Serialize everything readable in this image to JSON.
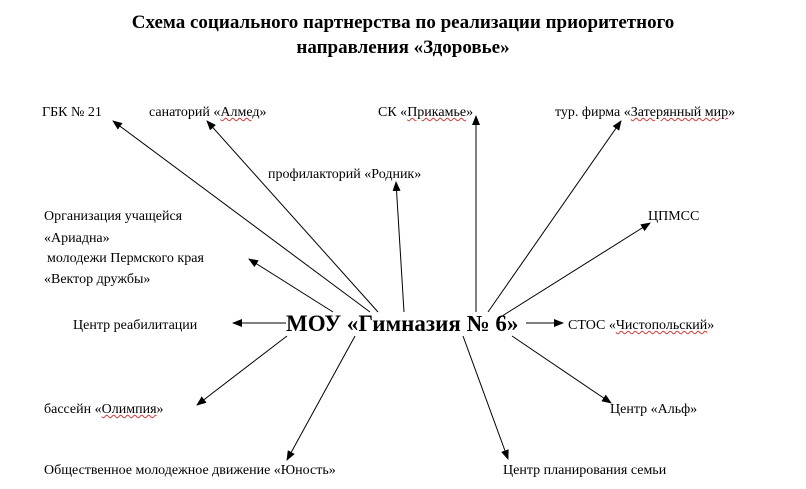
{
  "title": {
    "line1": "Схема социального партнерства по реализации приоритетного",
    "line2": "направления «Здоровье»"
  },
  "center": "МОУ «Гимназия № 6»",
  "partners": {
    "gbk": "ГБК № 21",
    "sanatorium_prefix": "санаторий «",
    "sanatorium_name": "Алмед",
    "sanatorium_suffix": "»",
    "sk_prefix": "СК «",
    "sk_name": "Прикамье",
    "sk_suffix": "»",
    "tour_prefix": "тур. фирма «",
    "tour_name": "Затерянный мир",
    "tour_suffix": "»",
    "profilactory": "профилакторий «Родник»",
    "ariadna_line1": "Организация учащейся",
    "ariadna_line2": "«Ариадна»",
    "vektor_line1": "молодежи Пермского края",
    "vektor_line2": "«Вектор дружбы»",
    "cpmss": "ЦПМСС",
    "rehab": "Центр реабилитации",
    "stos_prefix": "СТОС «",
    "stos_name": "Чистопольский",
    "stos_suffix": "»",
    "pool_prefix": "бассейн «",
    "pool_name": "Олимпия",
    "pool_suffix": "»",
    "alf": "Центр «Альф»",
    "yunost": "Общественное молодежное движение «Юность»",
    "family": "Центр планирования семьи"
  }
}
